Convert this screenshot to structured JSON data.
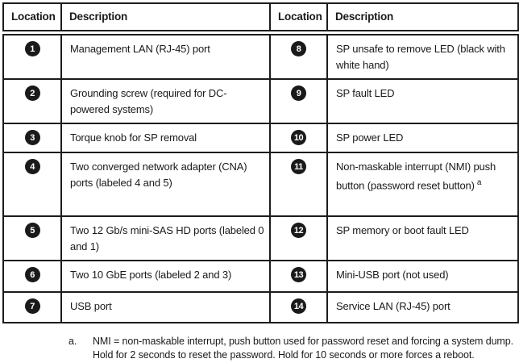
{
  "header": {
    "col1": "Location",
    "col2": "Description",
    "col3": "Location",
    "col4": "Description"
  },
  "rows": [
    {
      "left_num": "1",
      "left_desc": "Management LAN (RJ-45) port",
      "right_num": "8",
      "right_desc": "SP unsafe to remove LED (black with white hand)",
      "right_note": ""
    },
    {
      "left_num": "2",
      "left_desc": "Grounding screw (required for DC-powered systems)",
      "right_num": "9",
      "right_desc": "SP fault LED",
      "right_note": ""
    },
    {
      "left_num": "3",
      "left_desc": "Torque knob for SP removal",
      "right_num": "10",
      "right_desc": "SP power LED",
      "right_note": ""
    },
    {
      "left_num": "4",
      "left_desc": "Two converged network adapter (CNA) ports (labeled 4 and 5)",
      "right_num": "11",
      "right_desc": "Non-maskable interrupt (NMI) push button (password reset button)",
      "right_note": "a"
    },
    {
      "left_num": "5",
      "left_desc": "Two 12 Gb/s mini-SAS HD ports (labeled 0 and 1)",
      "right_num": "12",
      "right_desc": "SP memory or boot fault LED",
      "right_note": ""
    },
    {
      "left_num": "6",
      "left_desc": "Two 10 GbE ports (labeled 2 and 3)",
      "right_num": "13",
      "right_desc": "Mini-USB port (not used)",
      "right_note": ""
    },
    {
      "left_num": "7",
      "left_desc": "USB port",
      "right_num": "14",
      "right_desc": "Service LAN (RJ-45) port",
      "right_note": ""
    }
  ],
  "footnote": {
    "marker": "a.",
    "text": "NMI = non-maskable interrupt, push button used for password reset and forcing a system dump. Hold for 2 seconds to reset the password. Hold for 10 seconds or more forces a reboot."
  },
  "colors": {
    "text": "#1a1a1a",
    "border": "#1c1c1c",
    "badge_bg": "#1a1a1a",
    "badge_text": "#ffffff"
  }
}
